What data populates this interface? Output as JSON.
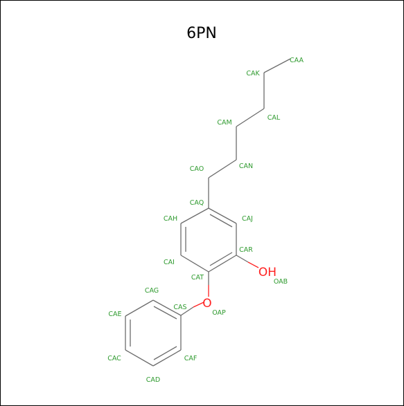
{
  "title": "6PN",
  "colors": {
    "bond": "#6b6b6b",
    "carbon_label": "#2e9a2e",
    "oxygen": "#ff2020",
    "title": "#000000",
    "frame": "#000000"
  },
  "heteroatoms": {
    "hydroxyl": "OH",
    "ether_oxygen": "O"
  },
  "atom_labels": {
    "CAA": "CAA",
    "CAK": "CAK",
    "CAL": "CAL",
    "CAM": "CAM",
    "CAN": "CAN",
    "CAO": "CAO",
    "CAQ": "CAQ",
    "CAH": "CAH",
    "CAJ": "CAJ",
    "CAR": "CAR",
    "CAI": "CAI",
    "CAT": "CAT",
    "OAB": "OAB",
    "CAG": "CAG",
    "CAS": "CAS",
    "OAP": "OAP",
    "CAE": "CAE",
    "CAC": "CAC",
    "CAF": "CAF",
    "CAD": "CAD"
  }
}
